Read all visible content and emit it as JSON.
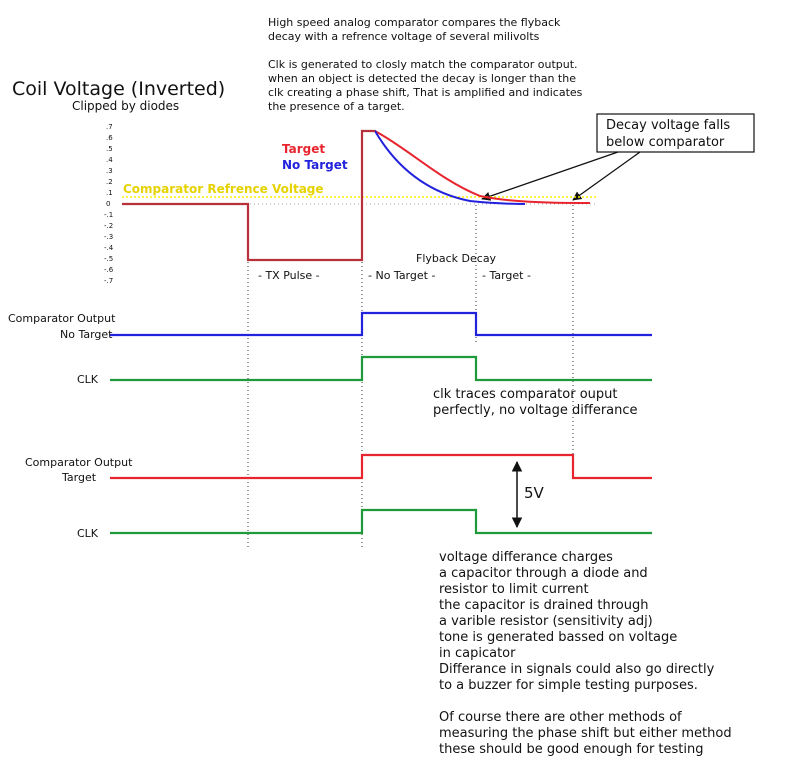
{
  "colors": {
    "target": "#e8252e",
    "no_target": "#2222dd",
    "clk": "#1f9a3a",
    "comparator_line": "#ffee00",
    "comparator_text": "#e6d200"
  },
  "header": {
    "title": "Coil Voltage (Inverted)",
    "subtitle": "Clipped by diodes"
  },
  "notes": {
    "top": [
      "High speed analog comparator compares the flyback",
      "decay with a refrence voltage of several milivolts",
      "",
      "Clk is generated to closly match the comparator output.",
      "when an object is detected the decay is longer than the",
      "clk creating a phase shift, That is amplified and indicates",
      "the presence of a target."
    ],
    "callout": [
      "Decay voltage falls",
      "below comparator"
    ],
    "clk_traces": [
      "clk traces comparator ouput",
      "perfectly, no voltage differance"
    ],
    "bottom": [
      "voltage differance charges",
      "a capacitor through a diode and",
      "resistor to limit current",
      "the capacitor is drained through",
      "a varible resistor (sensitivity adj)",
      "tone is generated bassed on voltage",
      "in capicator",
      "Differance in signals could also go directly",
      "to a buzzer for simple testing purposes.",
      "",
      "Of course there are other methods of",
      "measuring the phase shift but either method",
      "these should be good enough for testing"
    ]
  },
  "coil_chart": {
    "legend": {
      "target": "Target",
      "no_target": "No Target"
    },
    "comparator_label": "Comparator Refrence Voltage",
    "y_ticks": [
      ".7",
      ".6",
      ".5",
      ".4",
      ".3",
      ".2",
      ".1",
      "0",
      "-.1",
      "-.2",
      "-.3",
      "-.4",
      "-.5",
      "-.6",
      "-.7"
    ]
  },
  "phases": {
    "flyback_decay": "Flyback Decay",
    "tx_pulse": "- TX Pulse -",
    "no_target": "- No Target -",
    "target": "- Target -"
  },
  "signals": {
    "comp_no_target": [
      "Comparator Output",
      "No Target"
    ],
    "clk_1": "CLK",
    "comp_target": [
      "Comparator Output",
      "Target"
    ],
    "clk_2": "CLK",
    "voltage": "5V"
  }
}
